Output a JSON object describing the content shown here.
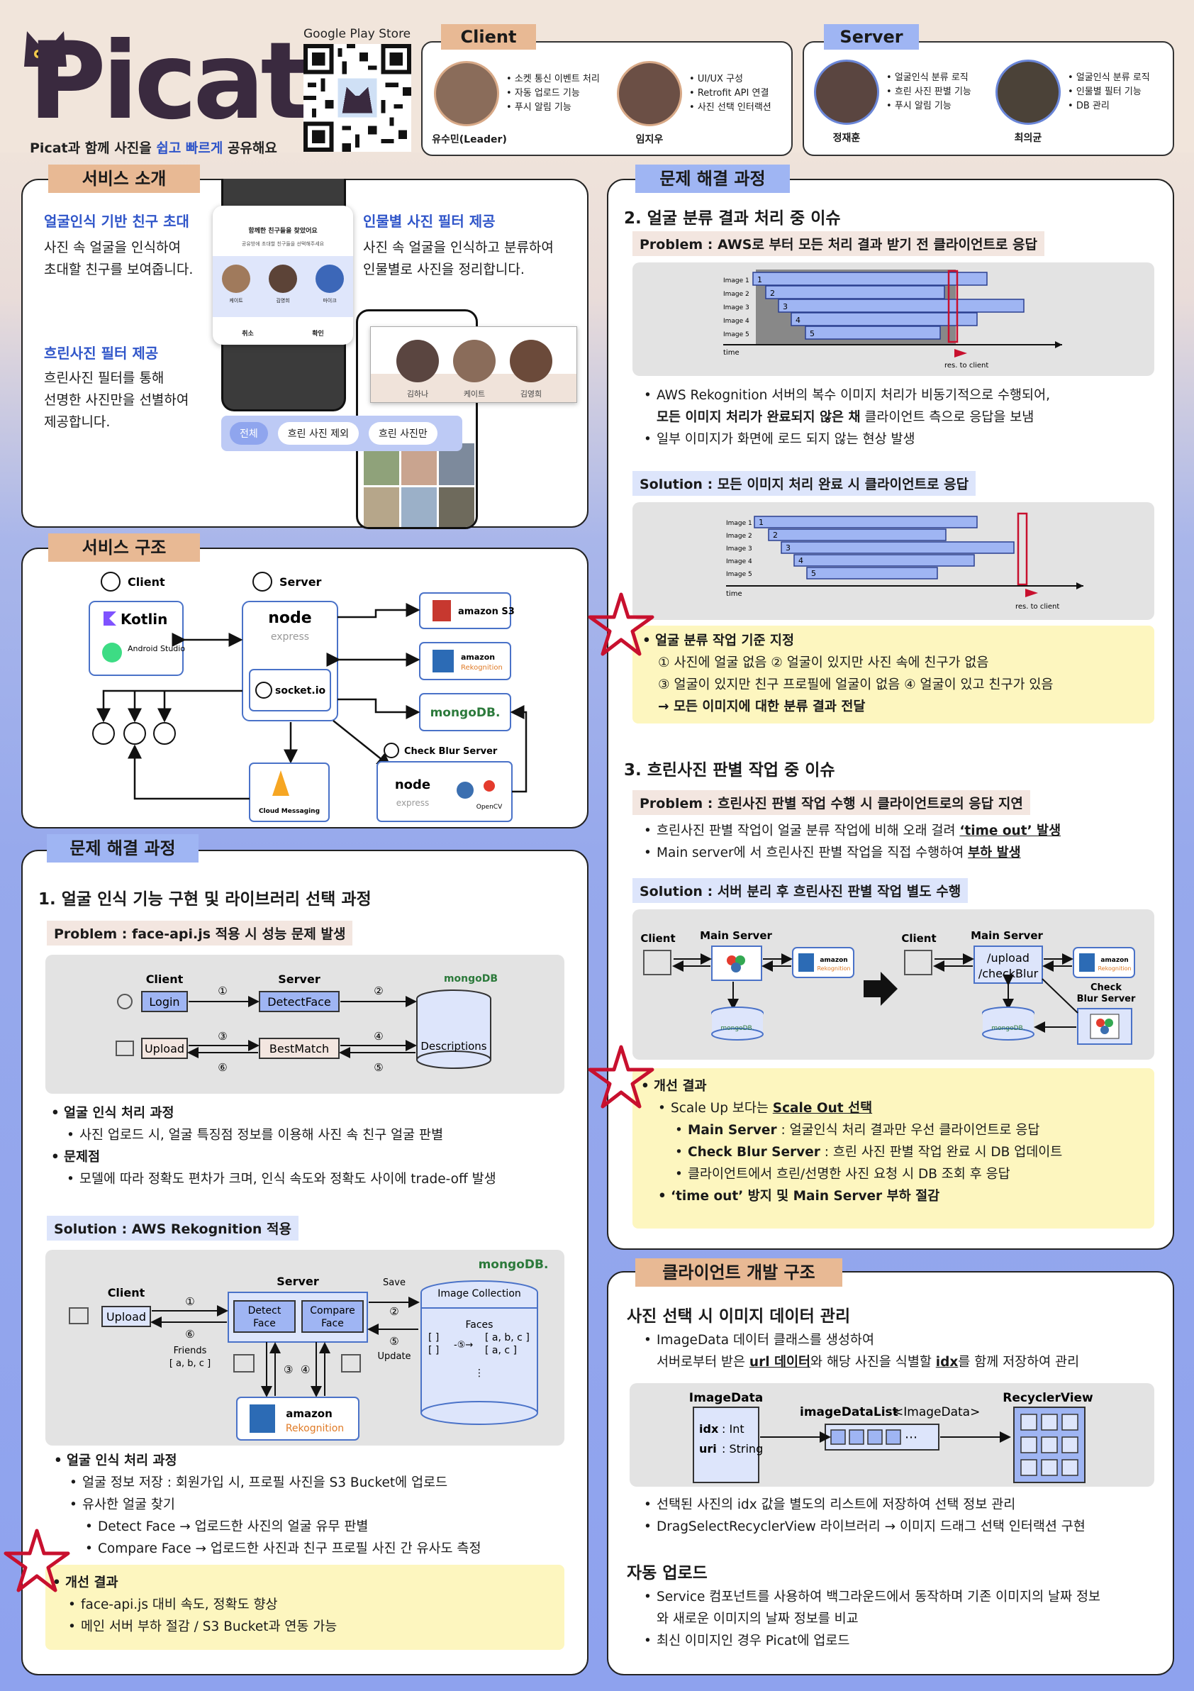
{
  "header": {
    "logo": "Picat",
    "tagline_pre": "Picat과 함께 사진을 ",
    "tagline_hl": "쉽고 빠르게",
    "tagline_post": " 공유해요",
    "qr_label": "Google Play Store"
  },
  "team": {
    "client_tag": "Client",
    "server_tag": "Server",
    "members": [
      {
        "name": "유수민(Leader)",
        "roles": [
          "소켓 통신 이벤트 처리",
          "자동 업로드 기능",
          "푸시 알림 기능"
        ]
      },
      {
        "name": "임지우",
        "roles": [
          "UI/UX 구성",
          "Retrofit API 연결",
          "사진 선택 인터랙션"
        ]
      },
      {
        "name": "정재훈",
        "roles": [
          "얼굴인식 분류 로직",
          "흐린 사진 판별 기능",
          "푸시 알림 기능"
        ]
      },
      {
        "name": "최의균",
        "roles": [
          "얼굴인식 분류 로직",
          "인물별 필터 기능",
          "DB 관리"
        ]
      }
    ]
  },
  "intro": {
    "tag": "서비스 소개",
    "f1_title": "얼굴인식 기반 친구 초대",
    "f1_line1": "사진 속 얼굴을 인식하여",
    "f1_line2": "초대할 친구를 보여줍니다.",
    "f2_title": "인물별 사진 필터 제공",
    "f2_line1": "사진 속 얼굴을 인식하고 분류하여",
    "f2_line2": "인물별로 사진을 정리합니다.",
    "f3_title": "흐린사진 필터 제공",
    "f3_line1": "흐린사진 필터를 통해",
    "f3_line2": "선명한 사진만을 선별하여",
    "f3_line3": "제공합니다.",
    "dialog_title": "함께한 친구들을 찾았어요",
    "dialog_sub": "공유방에 초대할 친구들을 선택해주세요",
    "dialog_names": [
      "케이트",
      "김영희",
      "마이크"
    ],
    "dialog_cancel": "취소",
    "dialog_ok": "확인",
    "people": [
      "김하나",
      "케이트",
      "김영희"
    ],
    "chips": [
      "전체",
      "흐린 사진 제외",
      "흐린 사진만"
    ]
  },
  "structure": {
    "tag": "서비스 구조",
    "client": "Client",
    "server": "Server",
    "kotlin": "Kotlin",
    "android": "Android Studio",
    "node": "node",
    "express": "express",
    "socket": "socket.io",
    "s3": "amazon S3",
    "rekog_a": "amazon",
    "rekog_b": "Rekognition",
    "mongo": "mongoDB.",
    "fcm": "Cloud Messaging",
    "check_blur": "Check Blur Server",
    "opencv": "OpenCV"
  },
  "left_problem": {
    "tag": "문제 해결 과정",
    "title": "1. 얼굴 인식 기능 구현 및 라이브러리 선택 과정",
    "problem": "Problem : face-api.js 적용 시 성능 문제 발생",
    "d1": {
      "client": "Client",
      "server": "Server",
      "login": "Login",
      "detect": "DetectFace",
      "upload": "Upload",
      "best": "BestMatch",
      "db": "Descriptions",
      "mongo": "mongoDB",
      "n": [
        "①",
        "②",
        "③",
        "④",
        "⑤",
        "⑥"
      ]
    },
    "b1_title": "얼굴 인식 처리 과정",
    "b1_sub": "사진 업로드 시, 얼굴 특징점 정보를 이용해 사진 속 친구 얼굴 판별",
    "b2_title": "문제점",
    "b2_sub": "모델에 따라 정확도 편차가 크며, 인식 속도와 정확도 사이에 trade-off 발생",
    "solution": "Solution : AWS Rekognition 적용",
    "d2": {
      "client": "Client",
      "server": "Server",
      "upload": "Upload",
      "detect": "Detect Face",
      "compare": "Compare Face",
      "save": "Save",
      "update": "Update",
      "friends": "Friends",
      "friends_list": "[ a, b, c ]",
      "coll": "Image Collection",
      "faces": "Faces",
      "arr1": "[ a, b, c ]",
      "arr2": "[ a, c ]",
      "mongo": "mongoDB.",
      "rek_a": "amazon",
      "rek_b": "Rekognition"
    },
    "c1_title": "얼굴 인식 처리 과정",
    "c1_sub1": "얼굴 정보 저장 : 회원가입 시, 프로필 사진을 S3 Bucket에 업로드",
    "c1_sub2": "유사한 얼굴 찾기",
    "c1_sub3": "Detect Face → 업로드한 사진의 얼굴 유무 판별",
    "c1_sub4": "Compare Face → 업로드한 사진과 친구 프로필 사진 간 유사도 측정",
    "r_title": "개선 결과",
    "r1": "face-api.js 대비 속도, 정확도 향상",
    "r2": "메인 서버 부하 절감 / S3 Bucket과 연동 가능"
  },
  "right_problem": {
    "tag": "문제 해결 과정",
    "title2": "2. 얼굴 분류 결과 처리 중 이슈",
    "problem2": "Problem : AWS로 부터 모든 처리 결과 받기 전 클라이언트로 응답",
    "gantt_images": [
      "Image 1",
      "Image 2",
      "Image 3",
      "Image 4",
      "Image 5"
    ],
    "gantt_nums": [
      "1",
      "2",
      "3",
      "4",
      "5"
    ],
    "gantt_time": "time",
    "gantt_res": "res. to client",
    "p2_b1a": "AWS Rekognition 서버의 복수 이미지 처리가 비동기적으로 수행되어,",
    "p2_b1b": "모든 이미지 처리가 완료되지 않은 채",
    "p2_b1c": " 클라이언트 측으로 응답을 보냄",
    "p2_b2": "일부 이미지가 화면에 로드 되지 않는 현상 발생",
    "solution2": "Solution : 모든 이미지 처리 완료 시 클라이언트로 응답",
    "y2_title": "얼굴 분류 작업 기준 지정",
    "y2_l1": "① 사진에 얼굴 없음  ② 얼굴이 있지만 사진 속에 친구가 없음",
    "y2_l2": "③ 얼굴이 있지만 친구 프로필에 얼굴이 없음  ④ 얼굴이 있고 친구가 있음",
    "y2_l3": "→ 모든 이미지에 대한 분류 결과 전달",
    "title3": "3. 흐린사진 판별 작업 중 이슈",
    "problem3": "Problem : 흐린사진 판별 작업 수행 시 클라이언트로의 응답 지연",
    "p3_b1a": "흐린사진 판별 작업이 얼굴 분류 작업에 비해 오래 걸려 ",
    "p3_b1b": "‘time out’ 발생",
    "p3_b2a": "Main server에 서 흐린사진 판별 작업을 직접 수행하여 ",
    "p3_b2b": "부하 발생",
    "solution3": "Solution : 서버 분리 후 흐린사진 판별 작업 별도 수행",
    "d3": {
      "client": "Client",
      "main": "Main Server",
      "upload": "/upload",
      "check": "/checkBlur",
      "cbs1": "Check",
      "cbs2": "Blur Server",
      "mongo": "mongoDB.",
      "opencv": "OpenCV",
      "rek_a": "amazon",
      "rek_b": "Rekognition"
    },
    "y3_title": "개선 결과",
    "y3_l1a": "Scale Up 보다는 ",
    "y3_l1b": "Scale Out 선택",
    "y3_l2a": "Main Server",
    "y3_l2b": " : 얼굴인식 처리 결과만 우선 클라이언트로 응답",
    "y3_l3a": "Check Blur Server",
    "y3_l3b": " : 흐린 사진 판별 작업 완료 시 DB 업데이트",
    "y3_l4": "클라이언트에서 흐린/선명한 사진 요청 시 DB 조회 후 응답",
    "y3_l5": "‘time out’ 방지 및 Main Server 부하 절감"
  },
  "client_arch": {
    "tag": "클라이언트 개발 구조",
    "t1": "사진 선택 시 이미지 데이터 관리",
    "b1a": "ImageData 데이터 클래스를 생성하여",
    "b1b_pre": "서버로부터 받은 ",
    "b1b_u1": "url 데이터",
    "b1b_mid": "와 해당 사진을 식별할 ",
    "b1b_u2": "idx",
    "b1b_post": "를 함께 저장하여 관리",
    "img_data": "ImageData",
    "idx_key": "idx",
    "idx_type": ": Int",
    "uri_key": "uri",
    "uri_type": ": String",
    "list_label": "imageDataList",
    "list_generic": "<ImageData>",
    "recycler": "RecyclerView",
    "b2": "선택된 사진의 idx 값을 별도의 리스트에 저장하여 선택 정보 관리",
    "b3": "DragSelectRecyclerView 라이브러리 → 이미지 드래그 선택 인터랙션 구현",
    "t2": "자동 업로드",
    "b4a": "Service 컴포넌트를 사용하여 백그라운드에서 동작하며 기존 이미지의 날짜 정보",
    "b4b": "와 새로운 이미지의 날짜 정보를 비교",
    "b5": "최신 이미지인 경우 Picat에 업로드"
  },
  "colors": {
    "peach": "#e8b994",
    "blue": "#9fb5f3",
    "accent": "#2f55c9",
    "yellow": "#fdf6bf",
    "star": "#c8102e"
  }
}
